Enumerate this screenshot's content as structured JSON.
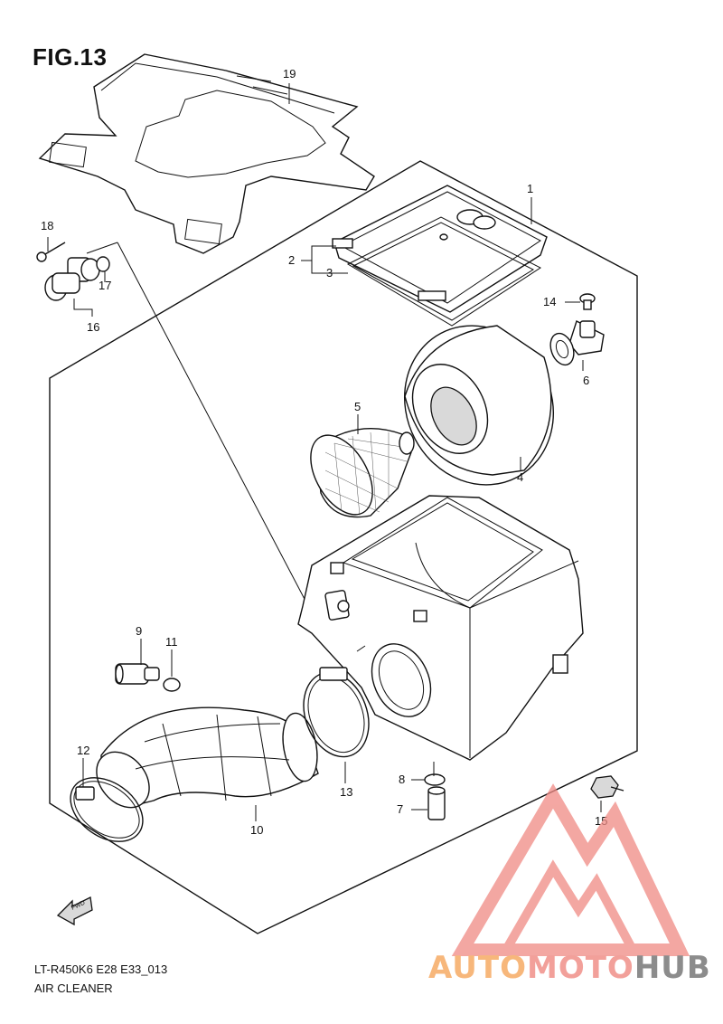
{
  "figure": {
    "title": "FIG.13",
    "model_code": "LT-R450K6 E28 E33_013",
    "section_name": "AIR CLEANER",
    "fwd_arrow_label": "FWD"
  },
  "callouts": [
    {
      "id": "c1",
      "label": "1"
    },
    {
      "id": "c2",
      "label": "2"
    },
    {
      "id": "c3",
      "label": "3"
    },
    {
      "id": "c4",
      "label": "4"
    },
    {
      "id": "c5",
      "label": "5"
    },
    {
      "id": "c6",
      "label": "6"
    },
    {
      "id": "c7",
      "label": "7"
    },
    {
      "id": "c8",
      "label": "8"
    },
    {
      "id": "c9",
      "label": "9"
    },
    {
      "id": "c10",
      "label": "10"
    },
    {
      "id": "c11",
      "label": "11"
    },
    {
      "id": "c12",
      "label": "12"
    },
    {
      "id": "c13",
      "label": "13"
    },
    {
      "id": "c14",
      "label": "14"
    },
    {
      "id": "c15",
      "label": "15"
    },
    {
      "id": "c16",
      "label": "16"
    },
    {
      "id": "c17",
      "label": "17"
    },
    {
      "id": "c18",
      "label": "18"
    },
    {
      "id": "c19",
      "label": "19"
    }
  ],
  "watermark": {
    "part1": "AUTO",
    "part2": "MOTO",
    "part3": "HUB",
    "colors": {
      "auto": "#f7b77b",
      "moto": "#f2a09a",
      "hub": "#8c8c8c",
      "triangle": "#f08a84"
    }
  }
}
